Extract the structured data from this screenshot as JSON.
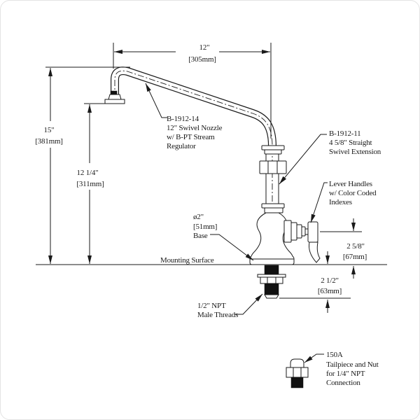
{
  "window": {
    "background": "#ffffff",
    "line_color": "#1a1a1a",
    "border_color": "#e3e3e3"
  },
  "dimensions": {
    "spout_reach": {
      "inches": "12\"",
      "mm": "[305mm]"
    },
    "overall_height": {
      "inches": "15\"",
      "mm": "[381mm]"
    },
    "nozzle_height": {
      "inches": "12 1/4\"",
      "mm": "[311mm]"
    },
    "handle_offset": {
      "inches": "2 5/8\"",
      "mm": "[67mm]"
    },
    "shank_length": {
      "inches": "2 1/2\"",
      "mm": "[63mm]"
    }
  },
  "callouts": {
    "nozzle": [
      "B-1912-14",
      "12\" Swivel Nozzle",
      "w/ B-PT Stream",
      "Regulator"
    ],
    "swivel_extension": [
      "B-1912-11",
      "4 5/8\" Straight",
      "Swivel Extension"
    ],
    "lever_handles": [
      "Lever Handles",
      "w/ Color Coded",
      "Indexes"
    ],
    "base": [
      "ø2\"",
      "[51mm]",
      "Base"
    ],
    "male_threads": [
      "1/2\" NPT",
      "Male Threads"
    ],
    "tailpiece": [
      "150A",
      "Tailpiece and Nut",
      "for 1/4\" NPT",
      "Connection"
    ],
    "mounting_surface": "Mounting Surface"
  }
}
